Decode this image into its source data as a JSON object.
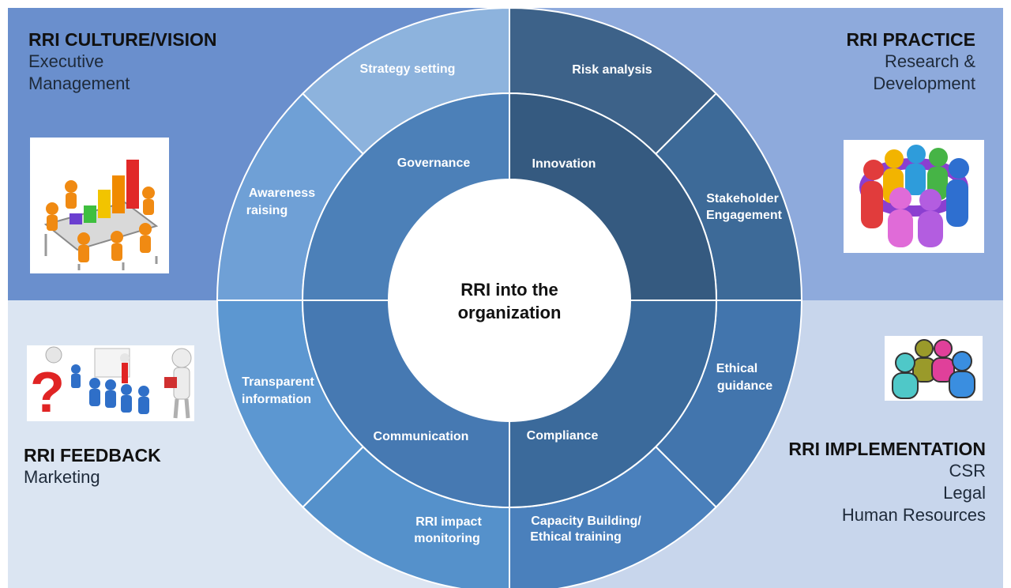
{
  "quadrants": {
    "culture": {
      "title": "RRI CULTURE/VISION",
      "lines": [
        "Executive",
        "Management"
      ]
    },
    "practice": {
      "title": "RRI PRACTICE",
      "lines": [
        "Research &",
        "Development"
      ]
    },
    "feedback": {
      "title": "RRI FEEDBACK",
      "lines": [
        "Marketing"
      ]
    },
    "implementation": {
      "title": "RRI IMPLEMENTATION",
      "lines": [
        "CSR",
        "Legal",
        "Human Resources"
      ]
    }
  },
  "center": {
    "lines": [
      "RRI into the",
      "organization"
    ]
  },
  "inner_ring": [
    "Governance",
    "Innovation",
    "Compliance",
    "Communication"
  ],
  "outer_ring": {
    "strategy_setting": [
      "Strategy setting"
    ],
    "risk_analysis": [
      "Risk analysis"
    ],
    "stakeholder_engagement": [
      "Stakeholder",
      "Engagement"
    ],
    "ethical_guidance": [
      "Ethical",
      "guidance"
    ],
    "capacity_building": [
      "Capacity Building/",
      "Ethical training"
    ],
    "impact_monitoring": [
      "RRI impact",
      "monitoring"
    ],
    "transparent_information": [
      "Transparent",
      "information"
    ],
    "awareness_raising": [
      "Awareness",
      "raising"
    ]
  },
  "colors": {
    "quadrant_tl": "#6a8fcd",
    "quadrant_tr": "#8eaadc",
    "quadrant_bl": "#dbe5f2",
    "quadrant_br": "#c8d6ec",
    "outer_strategy": "#8db3dd",
    "outer_awareness": "#6fa0d6",
    "outer_risk": "#3d6289",
    "outer_stakeholder": "#3d6a98",
    "outer_ethical": "#4275ad",
    "outer_capacity": "#4a80bc",
    "outer_impact": "#5591cb",
    "outer_transparent": "#5c97d1",
    "inner_tl": "#4c80b8",
    "inner_tr": "#355a80",
    "inner_br": "#3b6a9b",
    "inner_bl": "#4679b2"
  },
  "icons": [
    "meeting-table-icon",
    "people-circle-icon",
    "question-presentation-icon",
    "team-people-icon"
  ]
}
